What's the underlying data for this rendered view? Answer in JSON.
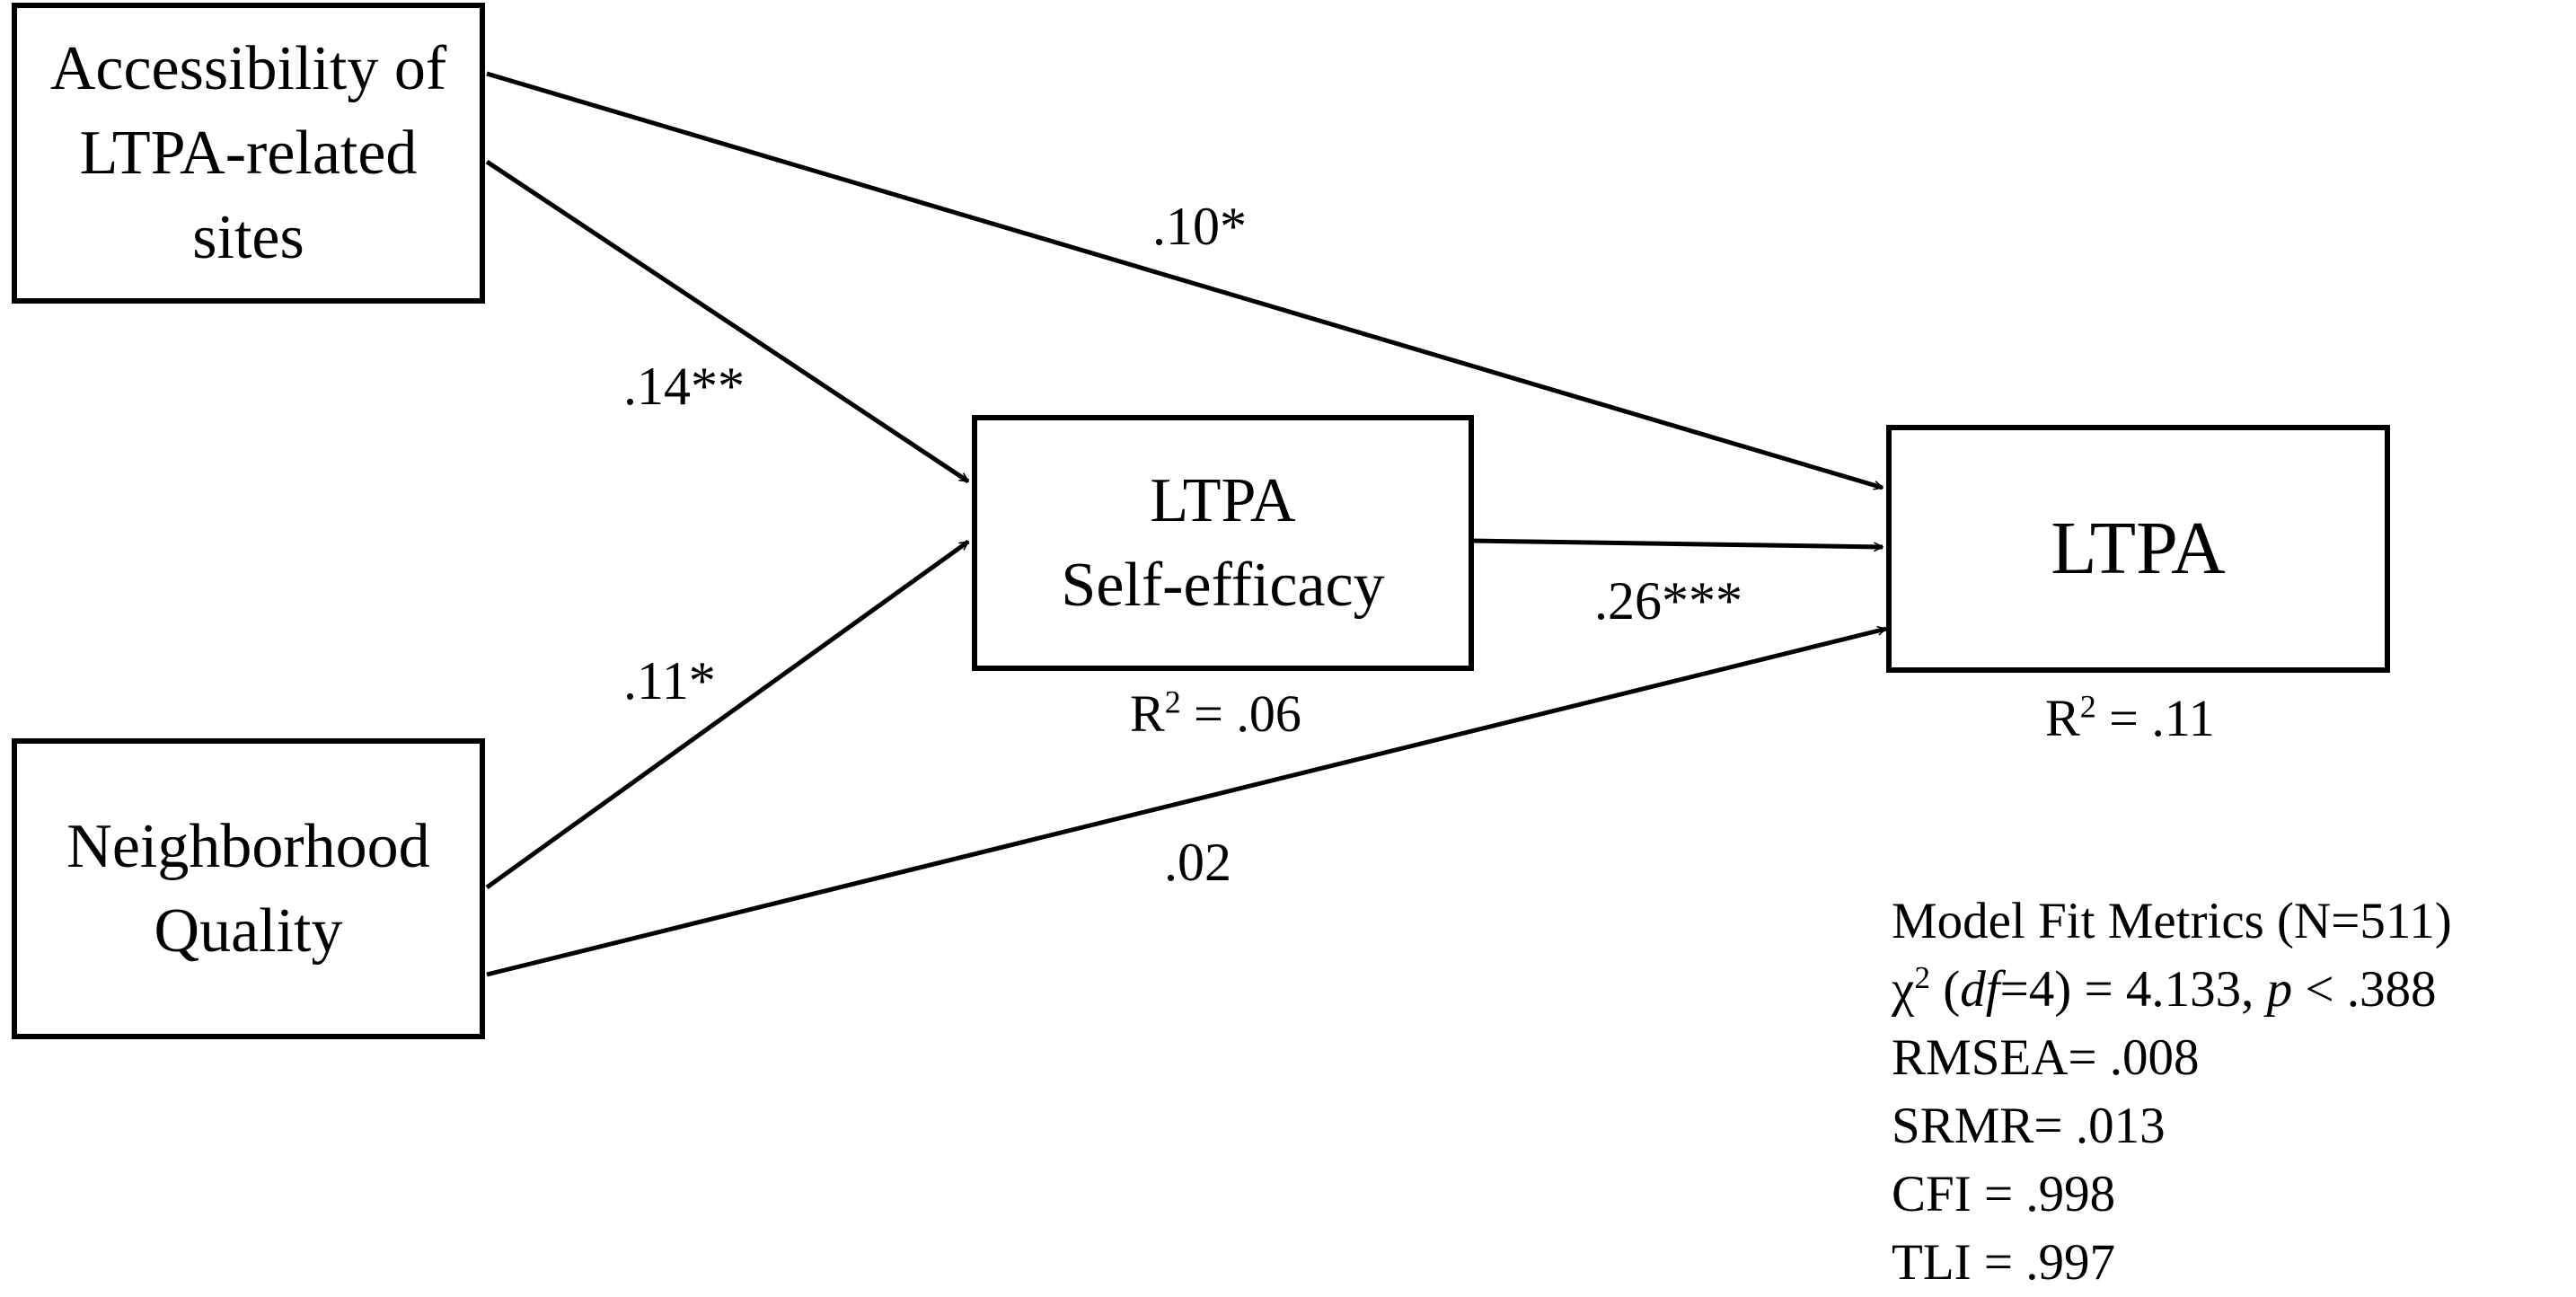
{
  "nodes": {
    "access": {
      "lines": [
        "Accessibility of",
        "LTPA-related",
        "sites"
      ]
    },
    "neighborhood": {
      "lines": [
        "Neighborhood",
        "Quality"
      ]
    },
    "self_efficacy": {
      "lines": [
        "LTPA",
        "Self-efficacy"
      ],
      "r2_label": "R",
      "r2_sup": "2",
      "r2_value": " = .06"
    },
    "ltpa": {
      "lines": [
        "LTPA"
      ],
      "r2_label": "R",
      "r2_sup": "2",
      "r2_value": " = .11"
    }
  },
  "paths": [
    {
      "from": "Accessibility of LTPA-related sites",
      "to": "LTPA",
      "coefficient": ".10*"
    },
    {
      "from": "Accessibility of LTPA-related sites",
      "to": "LTPA Self-efficacy",
      "coefficient": ".14**"
    },
    {
      "from": "Neighborhood Quality",
      "to": "LTPA Self-efficacy",
      "coefficient": ".11*"
    },
    {
      "from": "Neighborhood Quality",
      "to": "LTPA",
      "coefficient": ".02"
    },
    {
      "from": "LTPA Self-efficacy",
      "to": "LTPA",
      "coefficient": ".26***"
    }
  ],
  "fit": {
    "heading": "Model Fit Metrics (N=511)",
    "chi_symbol": "χ",
    "chi_sup": "2",
    "chi_open": " (",
    "chi_df_label": "df",
    "chi_df_rest": "=4) = 4.133, ",
    "chi_p_label": "p",
    "chi_p_rest": " < .388",
    "rmsea": "RMSEA= .008",
    "srmr": "SRMR= .013",
    "cfi": "CFI = .998",
    "tli": "TLI = .997"
  }
}
